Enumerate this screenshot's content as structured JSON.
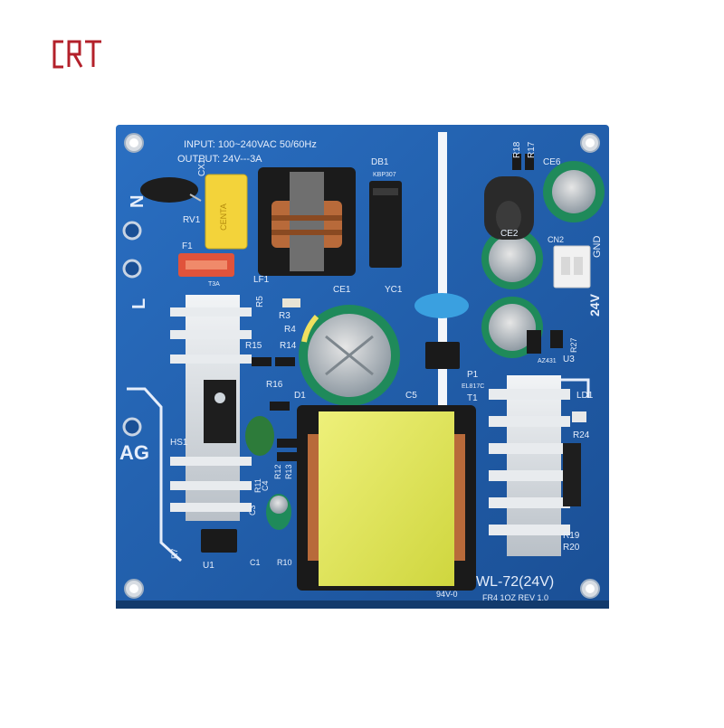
{
  "brand": {
    "logo_text": "CRT",
    "logo_color": "#b3202a"
  },
  "board": {
    "pcb_color": "#1f5fae",
    "pcb_dark": "#18498a",
    "silk_color": "#e6eefb",
    "input_line": "INPUT: 100~240VAC 50/60Hz",
    "output_line": "OUTPUT: 24V---3A",
    "terminals": {
      "n": "N",
      "l": "L",
      "ag": "AG"
    },
    "refs": {
      "cx1": "CX1",
      "rv1": "RV1",
      "f1": "F1",
      "t3a": "T3A",
      "lf1": "LF1",
      "db1": "DB1",
      "kbp": "KBP307",
      "ce1": "CE1",
      "yc1": "YC1",
      "r5": "R5",
      "r3": "R3",
      "r4": "R4",
      "r15": "R15",
      "r14": "R14",
      "r16": "R16",
      "d1": "D1",
      "hs1": "HS1",
      "u1": "U1",
      "r11": "R11",
      "r12": "R12",
      "r13": "R13",
      "c4": "C4",
      "c3": "C3",
      "c1": "C1",
      "r10": "R10",
      "r7": "R7",
      "c5": "C5",
      "p1": "P1",
      "el817": "EL817C",
      "t1": "T1",
      "ce2": "CE2",
      "ce6": "CE6",
      "cn2": "CN2",
      "gnd": "GND",
      "v24": "24V",
      "r18": "R18",
      "r17": "R17",
      "u3": "U3",
      "az431": "AZ431",
      "r27": "R27",
      "ld1": "LD1",
      "r24": "R24",
      "r19": "R19",
      "r20": "R20"
    },
    "model": "WL-72(24V)",
    "fr4": "FR4 1OZ  REV 1.0",
    "rating": "94V-0"
  }
}
